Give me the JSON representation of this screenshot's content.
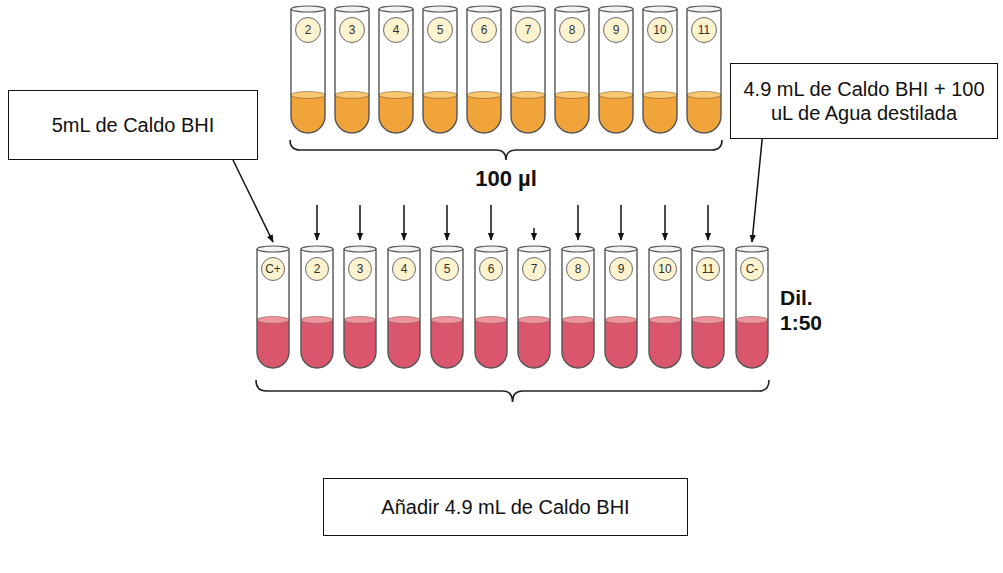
{
  "diagram": {
    "nodes": [
      {
        "text": [
          "2"
        ]
      },
      {
        "text": [
          "3"
        ]
      },
      {
        "text": [
          "4"
        ]
      },
      {
        "text": [
          "5"
        ]
      },
      {
        "text": [
          "6"
        ]
      },
      {
        "text": [
          "7"
        ]
      },
      {
        "text": [
          "8"
        ]
      },
      {
        "text": [
          "9"
        ]
      },
      {
        "text": [
          "10"
        ]
      },
      {
        "text": [
          "11"
        ]
      },
      {
        "text": [
          "5mL de Caldo BHI"
        ]
      },
      {
        "text": [
          "4.9 mL de Caldo BHI + 100 uL de Agua destilada"
        ]
      },
      {
        "text": [
          "C+"
        ]
      },
      {
        "text": [
          "2"
        ]
      },
      {
        "text": [
          "3"
        ]
      },
      {
        "text": [
          "4"
        ]
      },
      {
        "text": [
          "5"
        ]
      },
      {
        "text": [
          "6"
        ]
      },
      {
        "text": [
          "7"
        ]
      },
      {
        "text": [
          "8"
        ]
      },
      {
        "text": [
          "9"
        ]
      },
      {
        "text": [
          "10"
        ]
      },
      {
        "text": [
          "11"
        ]
      },
      {
        "text": [
          "C-"
        ]
      },
      {
        "text": [
          "Añadir 4.9 mL de Caldo BHI"
        ]
      }
    ],
    "edges": [
      {
        "from": 10,
        "to": 12,
        "arrow": "to"
      },
      {
        "from": 11,
        "to": 23,
        "arrow": "to"
      }
    ],
    "labels": [
      "100 µl",
      "Dil. 1:50"
    ]
  }
}
